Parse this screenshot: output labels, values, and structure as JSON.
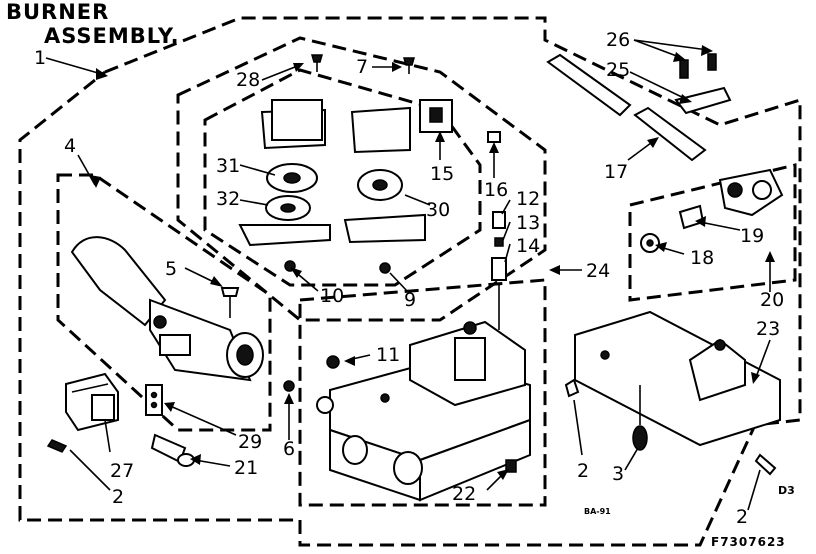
{
  "title": {
    "line1": "BURNER",
    "line2": "ASSEMBLY."
  },
  "callouts": [
    {
      "id": "c1",
      "text": "1"
    },
    {
      "id": "c4",
      "text": "4"
    },
    {
      "id": "c5",
      "text": "5"
    },
    {
      "id": "c6",
      "text": "6"
    },
    {
      "id": "c7",
      "text": "7"
    },
    {
      "id": "c28",
      "text": "28"
    },
    {
      "id": "c31",
      "text": "31"
    },
    {
      "id": "c32",
      "text": "32"
    },
    {
      "id": "c15",
      "text": "15"
    },
    {
      "id": "c30",
      "text": "30"
    },
    {
      "id": "c16",
      "text": "16"
    },
    {
      "id": "c12",
      "text": "12"
    },
    {
      "id": "c13",
      "text": "13"
    },
    {
      "id": "c14",
      "text": "14"
    },
    {
      "id": "c10",
      "text": "10"
    },
    {
      "id": "c9",
      "text": "9"
    },
    {
      "id": "c24",
      "text": "24"
    },
    {
      "id": "c11",
      "text": "11"
    },
    {
      "id": "c26",
      "text": "26"
    },
    {
      "id": "c25",
      "text": "25"
    },
    {
      "id": "c17",
      "text": "17"
    },
    {
      "id": "c19",
      "text": "19"
    },
    {
      "id": "c18",
      "text": "18"
    },
    {
      "id": "c20",
      "text": "20"
    },
    {
      "id": "c23",
      "text": "23"
    },
    {
      "id": "c29",
      "text": "29"
    },
    {
      "id": "c27",
      "text": "27"
    },
    {
      "id": "c21",
      "text": "21"
    },
    {
      "id": "c2a",
      "text": "2"
    },
    {
      "id": "c2b",
      "text": "2"
    },
    {
      "id": "c2c",
      "text": "2"
    },
    {
      "id": "c3",
      "text": "3"
    },
    {
      "id": "c22",
      "text": "22"
    }
  ],
  "marks": {
    "sheet_code": "D3",
    "drawing_number": "F7307623",
    "illegible_tag": "BA-91"
  }
}
